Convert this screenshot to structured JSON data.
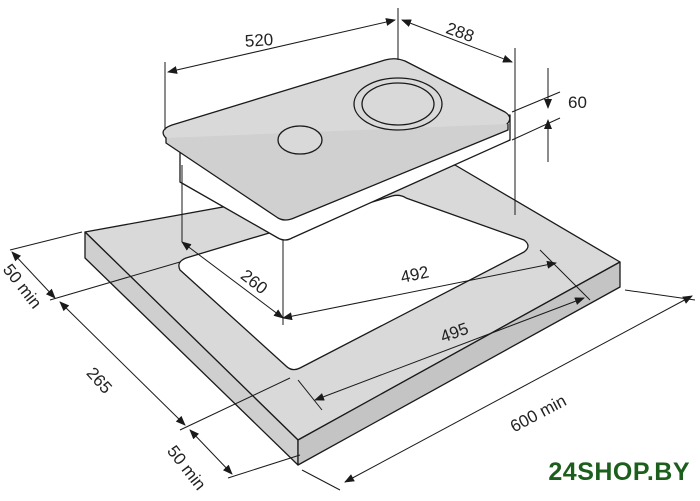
{
  "diagram": {
    "title": "Hob installation dimensions",
    "dimensions": {
      "hob_width": "520",
      "hob_depth": "288",
      "hob_height": "60",
      "cutout_width": "492",
      "cutout_depth": "260",
      "cutout_outer_width": "495",
      "worktop_width": "600 min",
      "front_margin": "50 min",
      "side_depth": "265",
      "back_margin": "50 min"
    }
  },
  "logo": {
    "text": "24SHOP.BY"
  },
  "colors": {
    "surface": "#d9d9d9",
    "line": "#1a1a1a",
    "logo": "#1c5e1c"
  }
}
